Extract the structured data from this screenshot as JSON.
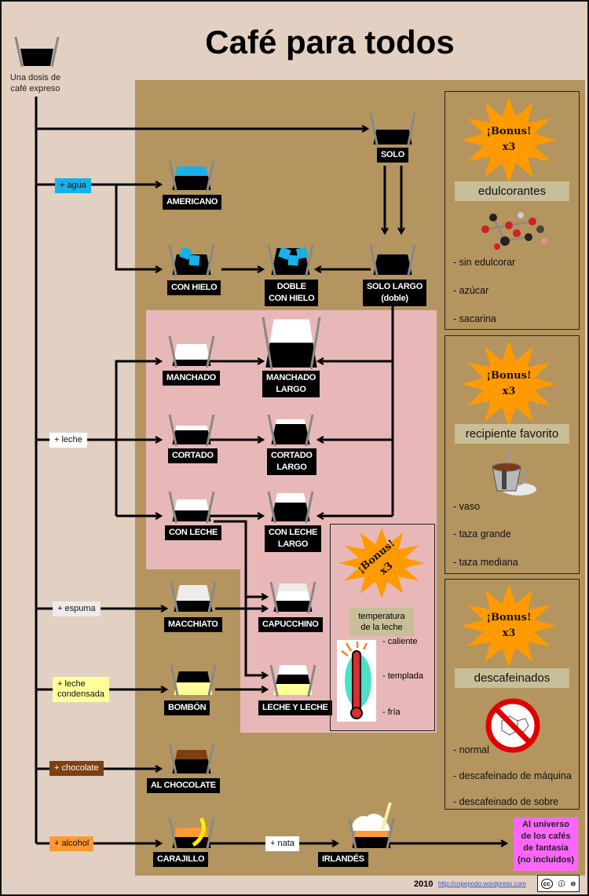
{
  "title": "Café para todos",
  "origin": {
    "label_line1": "Una dosis de",
    "label_line2": "café expreso"
  },
  "additives": [
    {
      "id": "agua",
      "label": "+ agua",
      "color": "#18B0E8"
    },
    {
      "id": "leche",
      "label": "+ leche",
      "color": "#FFFFFF"
    },
    {
      "id": "espuma",
      "label": "+ espuma",
      "color": "#EDEBEB"
    },
    {
      "id": "condensada",
      "label_line1": "+ leche",
      "label_line2": "condensada",
      "color": "#FFFF99"
    },
    {
      "id": "chocolate",
      "label": "+ chocolate",
      "color": "#7F3F10"
    },
    {
      "id": "alcohol",
      "label": "+ alcohol",
      "color": "#FF9933"
    },
    {
      "id": "nata",
      "label": "+ nata",
      "color": "#FFFFFF"
    }
  ],
  "drinks": {
    "solo": "SOLO",
    "americano": "AMERICANO",
    "con_hielo": "CON HIELO",
    "doble_con_hielo_1": "DOBLE",
    "doble_con_hielo_2": "CON HIELO",
    "solo_largo_1": "SOLO LARGO",
    "solo_largo_2": "(doble)",
    "manchado": "MANCHADO",
    "manchado_largo_1": "MANCHADO",
    "manchado_largo_2": "LARGO",
    "cortado": "CORTADO",
    "cortado_largo_1": "CORTADO",
    "cortado_largo_2": "LARGO",
    "con_leche": "CON LECHE",
    "con_leche_largo_1": "CON LECHE",
    "con_leche_largo_2": "LARGO",
    "macchiato": "MACCHIATO",
    "capucchino": "CAPUCCHINO",
    "bombon": "BOMBÓN",
    "leche_y_leche": "LECHE Y LECHE",
    "al_chocolate": "AL CHOCOLATE",
    "carajillo": "CARAJILLO",
    "irlandes": "IRLANDÉS"
  },
  "bonus": {
    "line1": "¡Bonus!",
    "line2": "x3"
  },
  "sidebars": [
    {
      "heading": "edulcorantes",
      "icon": "sugar-molecule-icon",
      "items": [
        "- sin edulcorar",
        "- azúcar",
        "- sacarina"
      ]
    },
    {
      "heading": "recipiente favorito",
      "icon": "coffee-cup-icon",
      "items": [
        "- vaso",
        "- taza grande",
        "- taza mediana"
      ]
    },
    {
      "heading": "descafeinados",
      "icon": "no-caffeine-icon",
      "items": [
        "- normal",
        "- descafeinado de máquina",
        "- descafeinado de sobre"
      ]
    }
  ],
  "temperature": {
    "heading_line1": "temperatura",
    "heading_line2": "de la leche",
    "items": [
      {
        "label": "- caliente",
        "color": "#EE2222"
      },
      {
        "label": "- templada",
        "color": "#E0B020"
      },
      {
        "label": "- fría",
        "color": "#1F3A78"
      }
    ]
  },
  "fantasy": {
    "line1": "Al universo",
    "line2": "de los cafés",
    "line3": "de fantasía",
    "line4": "(no incluidos)"
  },
  "footer": {
    "year": "2010",
    "link": "http://copepodo.wordpress.com",
    "license": "CC BY NC"
  }
}
